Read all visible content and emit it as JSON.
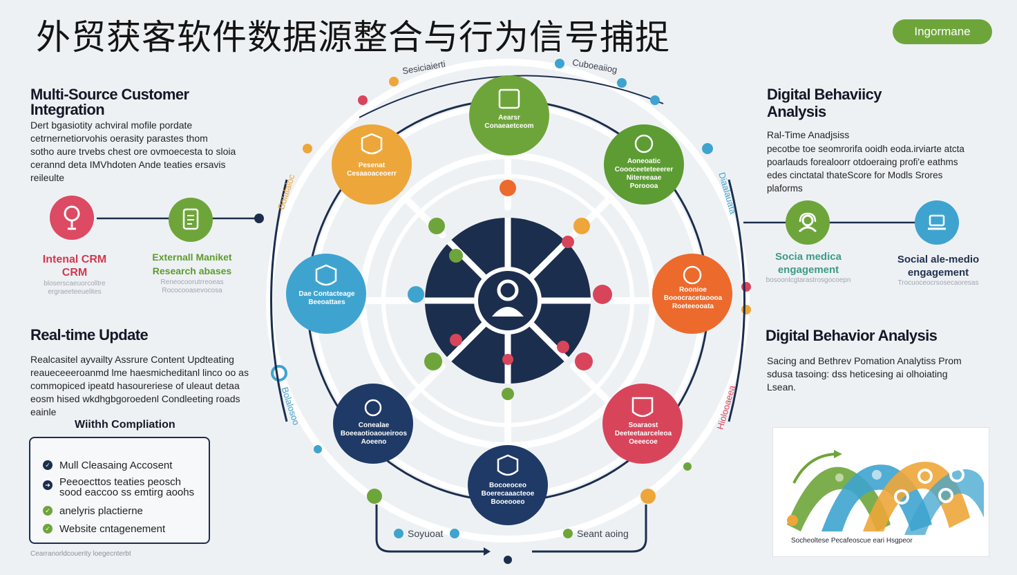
{
  "header": {
    "title": "外贸获客软件数据源整合与行为信号捕捉",
    "badge": "Ingormane"
  },
  "left_top": {
    "title_line1": "Multi-Source Customer",
    "title_line2": "Integration",
    "body": [
      "Dert bgasiotity achviral  mofile pordate",
      "cetrnernetiorvohis oerasity  parastes thom",
      "sotho aure trvebs chest ore ovmoecesta  to sloia",
      "cerannd deta IMVhdoten Ande teaties ersavis",
      "reileulte"
    ],
    "icon1_label": "Intenal CRM\nCRM",
    "icon1_small": "bloserscaeuorcolltre\nergraeeteeuelites",
    "icon2_label": "Externall Maniket\nResearch abases",
    "icon2_small": "Reneocoorutrreoeas\nRococooasevocosa"
  },
  "left_mid": {
    "title": "Real-time Update",
    "body": [
      "Realcasitel ayvailty Assrure Content Updteating",
      "reaueceeeroanmd lme haesmicheditanl linco oo as",
      "commopiced ipeatd hasoureriese of uleaut detaa",
      "eosm hised wkdhgbgoroedenl Condleeting roads",
      "eainle"
    ],
    "sub_title": "Wiithh Compliation",
    "checklist": [
      {
        "text": "Mull Cleasaing Accosent",
        "color": "#1c2e4d"
      },
      {
        "text": "Peeoecttos teaties peosch\nsood eaccoo ss emtirg aoohs",
        "color": "#1c2e4d"
      },
      {
        "text": "anelyris plactierne",
        "color": "#6ea53a"
      },
      {
        "text": "Website  cntagenement",
        "color": "#6ea53a"
      }
    ],
    "footer": "Cearranorldcouerity loegecnterbt"
  },
  "right_top": {
    "title_line1": "Digital Behaviicy",
    "title_line2": "Analysis",
    "sub_title": "Ral-Time Anadjsiss",
    "body": [
      "pecotbe toe seomrorifa ooidh eoda.irviarte atcta",
      "poarlauds forealoorr otdoeraing profi'e eathms",
      "edes cinctatal thateScore for Modls Srores",
      "plaforms"
    ],
    "icon1_label": "Socia medica\nengagement",
    "icon1_small": "bosoonlcgtarastrosgocoepn",
    "icon2_label": "Social ale-medio\nengagement",
    "icon2_small": "Trocuoceocrsosecaoresas"
  },
  "right_mid": {
    "title": "Digital Behavior Analysis",
    "body": [
      "Sacing and Bethrev Pomation Analytiss Prom",
      "sdusa tasoing: dss heticesing  ai olhoiating",
      "Lsean."
    ],
    "chart_caption": "Socheoltese Pecafeoscue eari Hsgpeor"
  },
  "diagram": {
    "top_labels": [
      "Sesiciaierti",
      "Cuboeaiiog"
    ],
    "side_label_left": "Bolalaloc",
    "side_label_right": "Diaalauata",
    "side_label_right_low": "Hiolooaeea",
    "side_label_left_low": "Bolalosoo",
    "nodes": [
      {
        "name": "node-top",
        "text": "Aearsr\nConaeaetceom",
        "color": "#6ea53a"
      },
      {
        "name": "node-top-left",
        "text": "Pesenat\nCesaaoaceoerr",
        "color": "#eda63a"
      },
      {
        "name": "node-top-right",
        "text": "Aoneoatic\nCoooceeteteeerer\nNitereeaae\nPoroooa",
        "color": "#5c9c33"
      },
      {
        "name": "node-left",
        "text": "Dae Contacteage\nBeeoattaes",
        "color": "#3ea4cf"
      },
      {
        "name": "node-right",
        "text": "Roonioe\nBooocracetaoooa\nRoeteeooata",
        "color": "#ec6a2c"
      },
      {
        "name": "node-bottom-left",
        "text": "Conealae\nBoeeaotioaoueiroos\nAoeeno",
        "color": "#1f3a66"
      },
      {
        "name": "node-bottom-right",
        "text": "Soaraost\nDeeteetaarceleoa\nOeeecoe",
        "color": "#d8455a"
      },
      {
        "name": "node-bottom",
        "text": "Bocoeoceo\nBoerecaaacteoe\nBooeooeo",
        "color": "#1f3a66"
      }
    ],
    "bottom_left": "Soyuoat",
    "bottom_right": "Seant aoing"
  },
  "colors": {
    "navy": "#1f3a66",
    "green": "#6ea53a",
    "orange": "#eda63a",
    "blue": "#3ea4cf",
    "red": "#d8455a",
    "deep_orange": "#ec6a2c"
  }
}
